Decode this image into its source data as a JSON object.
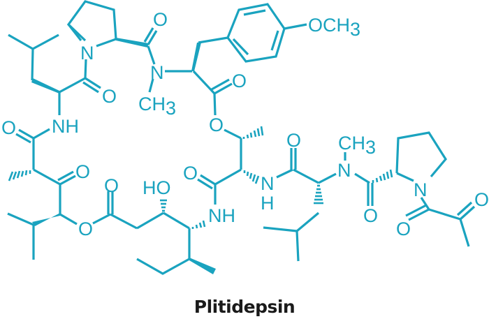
{
  "figure": {
    "title": "Plitidepsin",
    "type": "skeletal chemical structure",
    "line_color": "#1aa3bf",
    "title_color": "#1a1a1a",
    "background": "#ffffff"
  },
  "atom_labels": {
    "n_pro1": "N",
    "o_pro1_co": "O",
    "n_me_tyr": "N",
    "ch3_me_tyr": "CH",
    "ch3_me_tyr_sub": "3",
    "o_leu1_co": "O",
    "o_tyr_co": "O",
    "och3": "OCH",
    "och3_sub": "3",
    "nh_leu1": "NH",
    "o_ketone_top": "O",
    "o_thr_ester": "O",
    "o_ketone": "O",
    "o_ester": "O",
    "o_ester_co": "O",
    "ho": "HO",
    "nh_ist": "NH",
    "o_thr_co": "O",
    "n_leu2": "N",
    "h_leu2": "H",
    "o_leu2_co": "O",
    "n_me_leu": "N",
    "ch3_me_leu": "CH",
    "ch3_me_leu_sub": "3",
    "o_pro2_co": "O",
    "n_pro2": "N",
    "o_pyruvoyl_1": "O",
    "o_pyruvoyl_2": "O"
  }
}
